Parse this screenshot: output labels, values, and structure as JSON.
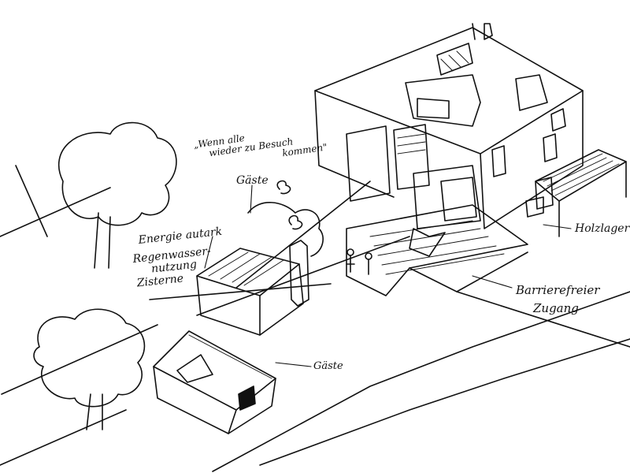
{
  "annotations": {
    "quote_line1": "„Wenn alle",
    "quote_line2": "wieder zu Besuch",
    "quote_line3": "kommen\"",
    "gaeste_top": "Gäste",
    "energie": "Energie autark",
    "regen_line1": "Regenwasser-",
    "regen_line2": "nutzung",
    "regen_line3": "Zisterne",
    "gaeste_bottom": "Gäste",
    "holzlager": "Holzlager",
    "barriere_line1": "Barrierefreier",
    "barriere_line2": "Zugang"
  }
}
